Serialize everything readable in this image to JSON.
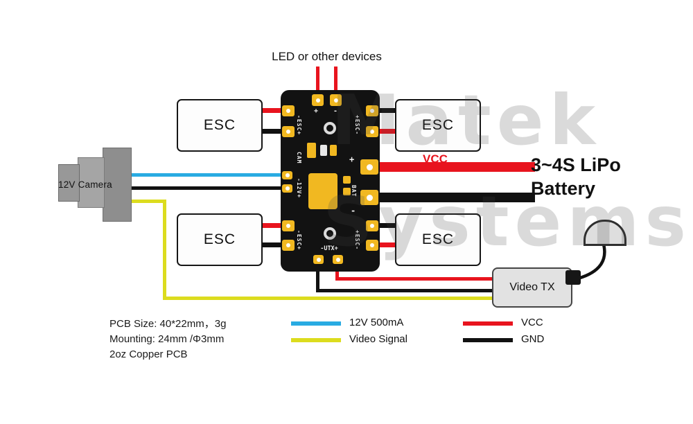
{
  "diagram": {
    "header_label": "LED or other devices",
    "esc_labels": [
      "ESC",
      "ESC",
      "ESC",
      "ESC"
    ],
    "camera": {
      "label": "12V Camera"
    },
    "battery": {
      "wire_label": "VCC",
      "line1": "3~4S LiPo",
      "line2": "Battery"
    },
    "video_tx": {
      "label": "Video TX"
    },
    "pcb": {
      "led_plus": "+",
      "led_minus": "-",
      "esc_top_left": "-ESC+",
      "esc_top_right": "+ESC-",
      "esc_bottom_left": "-ESC+",
      "esc_bottom_right": "+ESC-",
      "cam": "CAM",
      "cam_power": "-12V+",
      "bat_plus": "+",
      "bat": "BAT",
      "bat_minus": "-",
      "vtx_pads": "-UTX+"
    },
    "specs": [
      "PCB Size: 40*22mm，3g",
      "Mounting: 24mm /Φ3mm",
      "2oz Copper PCB"
    ],
    "legend": [
      {
        "label": "12V 500mA",
        "color": "#29abe2"
      },
      {
        "label": "Video Signal",
        "color": "#dcdc1e"
      },
      {
        "label": "VCC",
        "color": "#e8141e"
      },
      {
        "label": "GND",
        "color": "#111111"
      }
    ],
    "watermark": {
      "line1": "Matek",
      "line2": "Systems"
    },
    "colors": {
      "vcc_red": "#e8141e",
      "signal_blue": "#29abe2",
      "video_yellow": "#dcdc1e",
      "gnd_black": "#111111",
      "pad_gold": "#f1b821",
      "pcb_black": "#121212"
    }
  }
}
